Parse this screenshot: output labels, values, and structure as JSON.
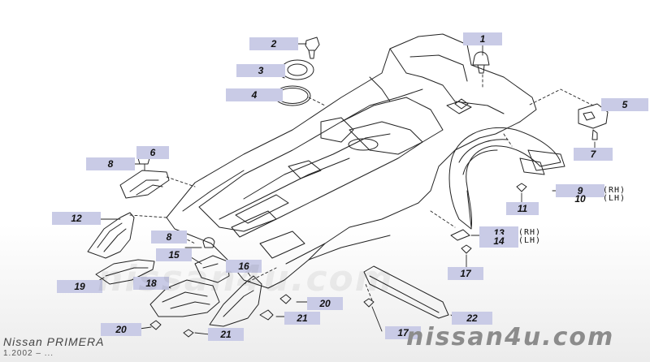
{
  "callouts": {
    "c1": "1",
    "c2": "2",
    "c3": "3",
    "c4": "4",
    "c5": "5",
    "c6": "6",
    "c7": "7",
    "c8a": "8",
    "c8b": "8",
    "c9": "9",
    "c10": "10",
    "c11": "11",
    "c12": "12",
    "c13": "13",
    "c14": "14",
    "c15": "15",
    "c16": "16",
    "c17a": "17",
    "c17b": "17",
    "c18": "18",
    "c19": "19",
    "c20a": "20",
    "c20b": "20",
    "c21a": "21",
    "c21b": "21",
    "c22": "22"
  },
  "side_labels": {
    "rh_9": "(RH)",
    "lh_10": "(LH)",
    "rh_13": "(RH)",
    "lh_14": "(LH)"
  },
  "footer": {
    "model": "Nissan PRIMERA",
    "date": "1.2002 – ..."
  },
  "watermark": {
    "faint": "nissan4u.com",
    "main": "nissan4u.com"
  },
  "colors": {
    "callout_bg": "#c9cbe6",
    "line": "#222222",
    "watermark": "#8c8c8c"
  }
}
